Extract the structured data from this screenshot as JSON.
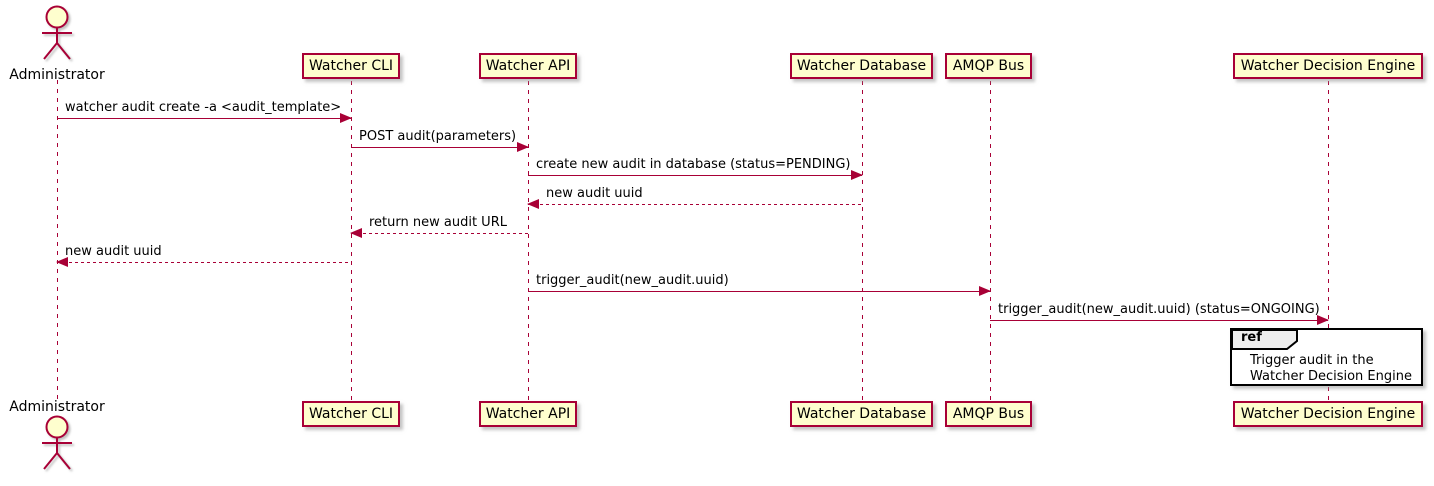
{
  "diagram_type": "sequence-diagram",
  "actor": {
    "name": "Administrator"
  },
  "participants": [
    {
      "name": "Watcher CLI"
    },
    {
      "name": "Watcher API"
    },
    {
      "name": "Watcher Database"
    },
    {
      "name": "AMQP Bus"
    },
    {
      "name": "Watcher Decision Engine"
    }
  ],
  "messages": [
    {
      "from": "Administrator",
      "to": "Watcher CLI",
      "text": "watcher audit create -a <audit_template>",
      "line": "solid"
    },
    {
      "from": "Watcher CLI",
      "to": "Watcher API",
      "text": "POST audit(parameters)",
      "line": "solid"
    },
    {
      "from": "Watcher API",
      "to": "Watcher Database",
      "text": "create new audit in database (status=PENDING)",
      "line": "solid"
    },
    {
      "from": "Watcher Database",
      "to": "Watcher API",
      "text": "new audit uuid",
      "line": "dashed"
    },
    {
      "from": "Watcher API",
      "to": "Watcher CLI",
      "text": "return new audit URL",
      "line": "dashed"
    },
    {
      "from": "Watcher CLI",
      "to": "Administrator",
      "text": "new audit uuid",
      "line": "dashed"
    },
    {
      "from": "Watcher API",
      "to": "AMQP Bus",
      "text": "trigger_audit(new_audit.uuid)",
      "line": "solid"
    },
    {
      "from": "AMQP Bus",
      "to": "Watcher Decision Engine",
      "text": "trigger_audit(new_audit.uuid) (status=ONGOING)",
      "line": "solid"
    }
  ],
  "ref_fragment": {
    "keyword": "ref",
    "over": "Watcher Decision Engine",
    "text_lines": [
      "Trigger audit in the",
      "Watcher Decision Engine"
    ]
  },
  "colors": {
    "participant_fill": "#FEFECE",
    "stroke": "#A80036",
    "ref_header_fill": "#EEEEEE",
    "ref_border": "#000000",
    "text": "#000000",
    "background": "#FFFFFF"
  }
}
